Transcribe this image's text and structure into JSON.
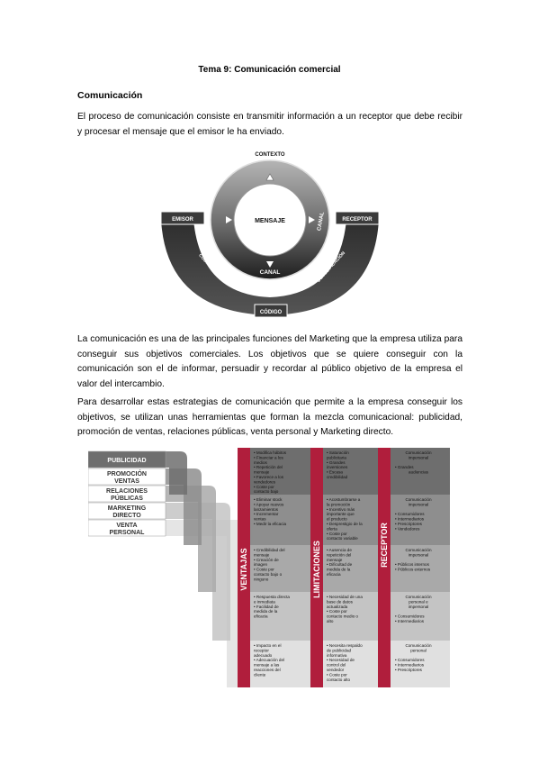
{
  "document": {
    "title": "Tema 9: Comunicación comercial",
    "section_heading": "Comunicación",
    "paragraph_1": "El proceso de comunicación consiste en transmitir información a un receptor que debe recibir y procesar el mensaje que el emisor le ha enviado.",
    "paragraph_2": "La comunicación es una de las principales funciones del Marketing que la empresa utiliza para conseguir sus objetivos comerciales. Los objetivos que se quiere conseguir con la comunicación son el de informar, persuadir y recordar al público objetivo de la empresa el valor del intercambio.",
    "paragraph_3": "Para desarrollar estas estrategias de comunicación que permite a la empresa conseguir los objetivos, se utilizan unas herramientas que forman la mezcla comunicacional: publicidad, promoción de ventas, relaciones públicas, venta personal y Marketing directo."
  },
  "communication_diagram": {
    "contexto": "CONTEXTO",
    "mensaje": "MENSAJE",
    "canal_right": "CANAL",
    "canal_bottom": "CANAL",
    "emisor": "EMISOR",
    "receptor": "RECEPTOR",
    "codificacion": "CODIFICACIÓN",
    "decodificacion": "DECODIFICACIÓN",
    "codigo": "CÓDIGO",
    "colors": {
      "dark": "#2b2b2b",
      "mid": "#8a8a8a",
      "light": "#c9c9c9"
    }
  },
  "mix_table": {
    "tools": [
      {
        "lines": [
          "PUBLICIDAD"
        ]
      },
      {
        "lines": [
          "PROMOCIÓN",
          "VENTAS"
        ]
      },
      {
        "lines": [
          "RELACIONES",
          "PÚBLICAS"
        ]
      },
      {
        "lines": [
          "MARKETING",
          "DIRECTO"
        ]
      },
      {
        "lines": [
          "VENTA",
          "PERSONAL"
        ]
      }
    ],
    "headers": {
      "ventajas": "VENTAJAS",
      "limitaciones": "LIMITACIONES",
      "receptor": "RECEPTOR"
    },
    "rows": [
      {
        "ventajas": [
          "• Modifica hábitos",
          "• Financiar a los",
          "  medios",
          "• Repetición del",
          "  mensaje",
          "• Favorece a los",
          "  vendedores",
          "• Coste por",
          "  contacto bajo"
        ],
        "limitaciones": [
          "• Saturación",
          "  publicitaria",
          "• Grandes",
          "  inversiones",
          "• Escasa",
          "  credibilidad"
        ],
        "receptor": [
          "Comunicación",
          "impersonal",
          "",
          "• Grandes",
          "  audiencias"
        ]
      },
      {
        "ventajas": [
          "• Eliminar stock",
          "• Apoyar nuevos",
          "  lanzamientos",
          "• Incrementar",
          "  ventas",
          "• Medir la eficacia"
        ],
        "limitaciones": [
          "• Acostumbrarse a",
          "  la promoción",
          "• Incentivo más",
          "  importante que",
          "  el producto",
          "• Desprestigio de la",
          "  oferta",
          "• Coste por",
          "  contacto variable"
        ],
        "receptor": [
          "Comunicación",
          "impersonal",
          "",
          "• Consumidores",
          "• Intermediarios",
          "• Prescriptores",
          "• Vendedores"
        ]
      },
      {
        "ventajas": [
          "• Credibilidad del",
          "  mensaje",
          "• Creación de",
          "  imagen",
          "• Coste por",
          "  contacto bajo o",
          "  ninguno"
        ],
        "limitaciones": [
          "• Ausencia de",
          "  repetición del",
          "  mensaje",
          "• Dificultad de",
          "  medida de la",
          "  eficacia"
        ],
        "receptor": [
          "Comunicación",
          "impersonal",
          "",
          "• Públicos internos",
          "• Públicos externos"
        ]
      },
      {
        "ventajas": [
          "• Respuesta directa",
          "  e inmediata",
          "• Facilidad de",
          "  medida de la",
          "  eficacia"
        ],
        "limitaciones": [
          "• Necesidad de una",
          "  base de datos",
          "  actualizada",
          "• Coste por",
          "  contacto medio o",
          "  alto"
        ],
        "receptor": [
          "Comunicación",
          "personal e",
          "impersonal",
          "",
          "• Consumidores",
          "• Intermediarios"
        ]
      },
      {
        "ventajas": [
          "• Impacto en el",
          "  receptor",
          "  adecuado",
          "• Adecuación del",
          "  mensaje a las",
          "  reacciones del",
          "  cliente"
        ],
        "limitaciones": [
          "• Necesita respaldo",
          "  de publicidad",
          "  informativa",
          "• Necesidad de",
          "  control del",
          "  vendedor",
          "• Coste por",
          "  contacto alto"
        ],
        "receptor": [
          "Comunicación",
          "personal",
          "",
          "• Consumidores",
          "• Intermediarios",
          "• Prescriptores"
        ]
      }
    ],
    "colors": {
      "band": "#b01e3c",
      "row_shades": [
        "#6e6e6e",
        "#8e8e8e",
        "#a9a9a9",
        "#c4c4c4",
        "#e0e0e0"
      ]
    }
  }
}
